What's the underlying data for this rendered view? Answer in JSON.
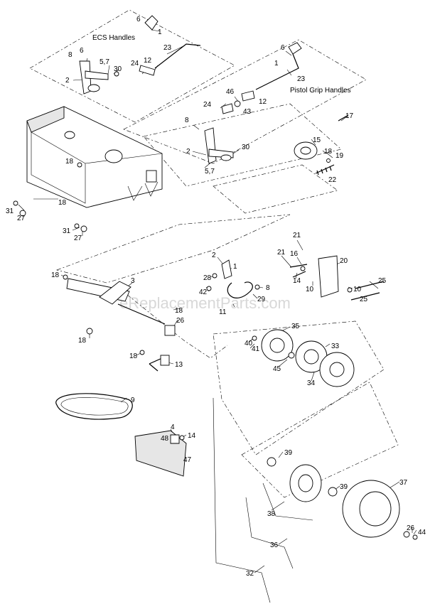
{
  "titles": {
    "ecs_handles": "ECS Handles",
    "pistol_grip_handles": "Pistol Grip Handles"
  },
  "watermark": "eReplacementParts.com",
  "callouts": [
    {
      "id": "c-6a",
      "text": "6"
    },
    {
      "id": "c-1a",
      "text": "1"
    },
    {
      "id": "c-8a",
      "text": "8"
    },
    {
      "id": "c-6b",
      "text": "6"
    },
    {
      "id": "c-57a",
      "text": "5,7"
    },
    {
      "id": "c-30a",
      "text": "30"
    },
    {
      "id": "c-2a",
      "text": "2"
    },
    {
      "id": "c-24a",
      "text": "24"
    },
    {
      "id": "c-12a",
      "text": "12"
    },
    {
      "id": "c-23a",
      "text": "23"
    },
    {
      "id": "c-6c",
      "text": "6"
    },
    {
      "id": "c-1b",
      "text": "1"
    },
    {
      "id": "c-23b",
      "text": "23"
    },
    {
      "id": "c-46",
      "text": "46"
    },
    {
      "id": "c-24b",
      "text": "24"
    },
    {
      "id": "c-43",
      "text": "43"
    },
    {
      "id": "c-12b",
      "text": "12"
    },
    {
      "id": "c-17",
      "text": "17"
    },
    {
      "id": "c-8b",
      "text": "8"
    },
    {
      "id": "c-15",
      "text": "15"
    },
    {
      "id": "c-18a",
      "text": "18"
    },
    {
      "id": "c-19",
      "text": "19"
    },
    {
      "id": "c-30b",
      "text": "30"
    },
    {
      "id": "c-2b",
      "text": "2"
    },
    {
      "id": "c-57b",
      "text": "5,7"
    },
    {
      "id": "c-22",
      "text": "22"
    },
    {
      "id": "c-18b",
      "text": "18"
    },
    {
      "id": "c-18c",
      "text": "18"
    },
    {
      "id": "c-31a",
      "text": "31"
    },
    {
      "id": "c-27a",
      "text": "27"
    },
    {
      "id": "c-31b",
      "text": "31"
    },
    {
      "id": "c-27b",
      "text": "27"
    },
    {
      "id": "c-21a",
      "text": "21"
    },
    {
      "id": "c-2c",
      "text": "2"
    },
    {
      "id": "c-21b",
      "text": "21"
    },
    {
      "id": "c-16",
      "text": "16"
    },
    {
      "id": "c-20",
      "text": "20"
    },
    {
      "id": "c-18d",
      "text": "18"
    },
    {
      "id": "c-3",
      "text": "3"
    },
    {
      "id": "c-28",
      "text": "28"
    },
    {
      "id": "c-1c",
      "text": "1"
    },
    {
      "id": "c-14a",
      "text": "14"
    },
    {
      "id": "c-10a",
      "text": "10"
    },
    {
      "id": "c-10b",
      "text": "10"
    },
    {
      "id": "c-25a",
      "text": "25"
    },
    {
      "id": "c-42",
      "text": "42"
    },
    {
      "id": "c-8c",
      "text": "8"
    },
    {
      "id": "c-29",
      "text": "29"
    },
    {
      "id": "c-25b",
      "text": "25"
    },
    {
      "id": "c-18e",
      "text": "18"
    },
    {
      "id": "c-11",
      "text": "11"
    },
    {
      "id": "c-26a",
      "text": "26"
    },
    {
      "id": "c-18f",
      "text": "18"
    },
    {
      "id": "c-35",
      "text": "35"
    },
    {
      "id": "c-40",
      "text": "40"
    },
    {
      "id": "c-41",
      "text": "41"
    },
    {
      "id": "c-33",
      "text": "33"
    },
    {
      "id": "c-18g",
      "text": "18"
    },
    {
      "id": "c-13",
      "text": "13"
    },
    {
      "id": "c-45",
      "text": "45"
    },
    {
      "id": "c-34",
      "text": "34"
    },
    {
      "id": "c-9",
      "text": "9"
    },
    {
      "id": "c-4",
      "text": "4"
    },
    {
      "id": "c-48",
      "text": "48"
    },
    {
      "id": "c-14b",
      "text": "14"
    },
    {
      "id": "c-47",
      "text": "47"
    },
    {
      "id": "c-39a",
      "text": "39"
    },
    {
      "id": "c-39b",
      "text": "39"
    },
    {
      "id": "c-37",
      "text": "37"
    },
    {
      "id": "c-38",
      "text": "38"
    },
    {
      "id": "c-26b",
      "text": "26"
    },
    {
      "id": "c-44",
      "text": "44"
    },
    {
      "id": "c-36",
      "text": "36"
    },
    {
      "id": "c-32",
      "text": "32"
    }
  ]
}
